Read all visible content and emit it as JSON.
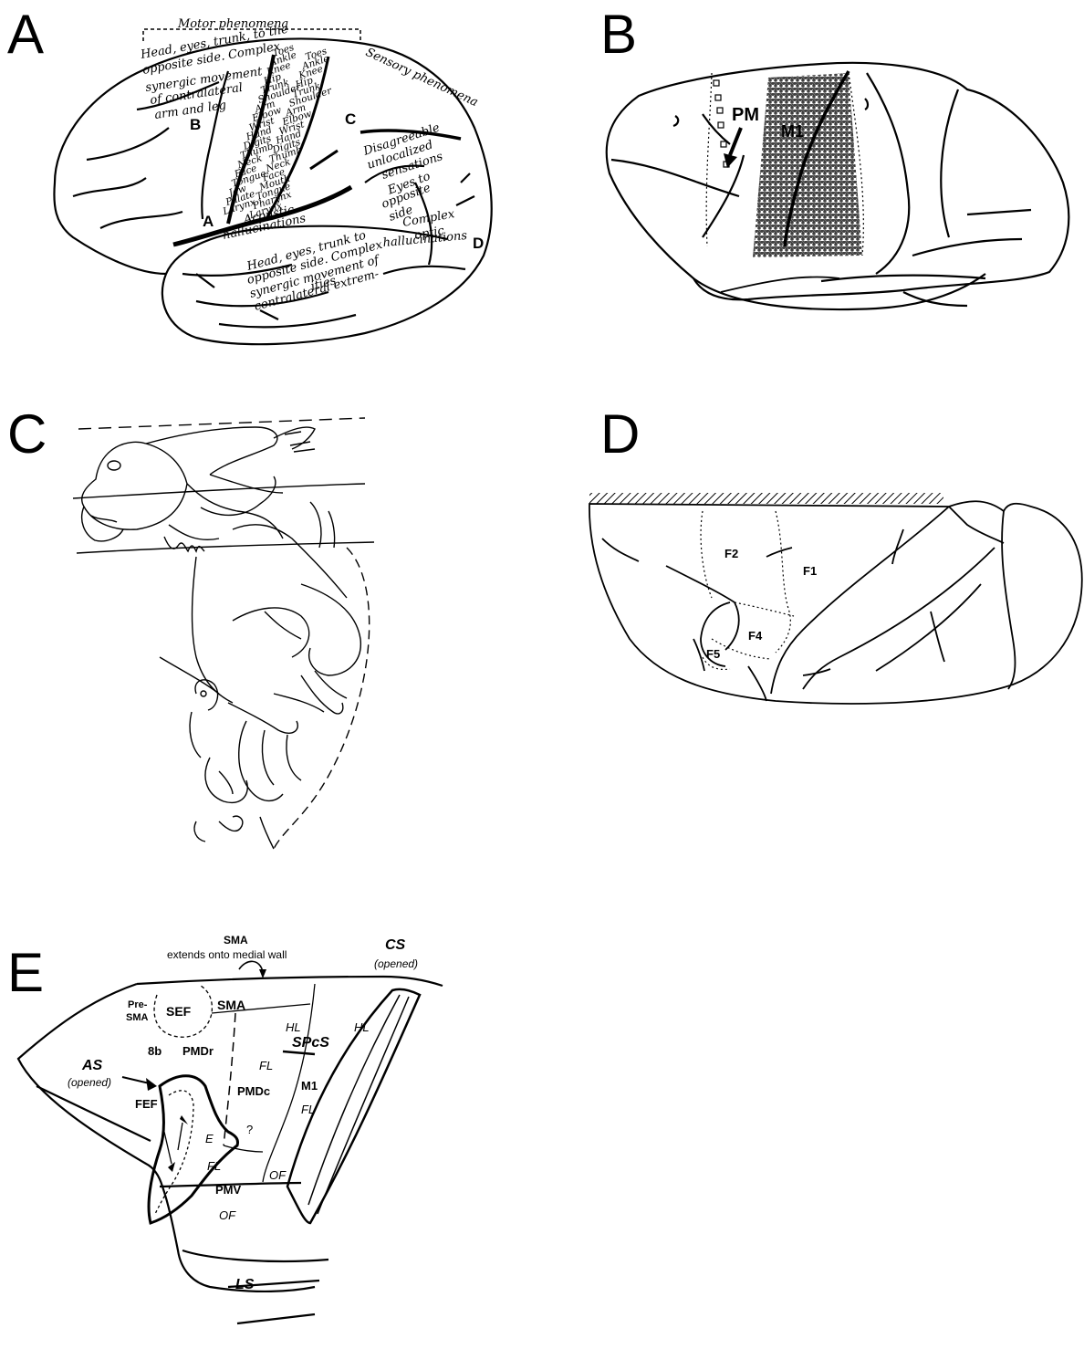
{
  "panels": {
    "A": {
      "letter": "A",
      "labels": {
        "motor": "Motor phenomena",
        "sensory": "Sensory phenomena",
        "head1": "Head, eyes, trunk, to the",
        "head2": "opposite side. Complex",
        "head3": "synergic movement",
        "head4": "of contralateral",
        "head5": "arm and leg",
        "marker_b": "B",
        "marker_c": "C",
        "marker_a": "A",
        "marker_d": "D",
        "dis1": "Disagreeable",
        "dis2": "unlocalized",
        "dis3": "sensations",
        "eyes1": "Eyes to",
        "eyes2": "opposite",
        "eyes3": "side",
        "ac1": "Acoustic",
        "ac2": "hallucinations",
        "opt1": "Complex",
        "opt2": "optic",
        "opt3": "hallucinations",
        "t1": "Head, eyes, trunk to",
        "t2": "opposite side. Complex",
        "t3": "synergic movement of",
        "t4": "contralateral extrem-",
        "t5": "ities",
        "strip1": [
          "Toes",
          "Ankle",
          "Knee",
          "Hip",
          "Trunk",
          "Shoulder",
          "Arm",
          "Elbow",
          "Wrist",
          "Hand",
          "Digits",
          "Thumb",
          "Neck",
          "Face",
          "Tongue",
          "Jaw",
          "Palate",
          "Larynx"
        ],
        "strip2": [
          "Toes",
          "Ankle",
          "Knee",
          "Hip",
          "Trunk",
          "Shoulder",
          "Arm",
          "Elbow",
          "Wrist",
          "Hand",
          "Digits",
          "Thumb",
          "Neck",
          "Face",
          "Mouth",
          "Tongue",
          "Pharynx",
          "Larynx"
        ]
      }
    },
    "B": {
      "letter": "B",
      "labels": {
        "pm": "PM",
        "m1": "M1"
      }
    },
    "C": {
      "letter": "C"
    },
    "D": {
      "letter": "D",
      "labels": {
        "f1": "F1",
        "f2": "F2",
        "f4": "F4",
        "f5": "F5"
      }
    },
    "E": {
      "letter": "E",
      "labels": {
        "sma_top": "SMA",
        "sma_note": "extends onto medial wall",
        "cs": "CS",
        "cs_note": "(opened)",
        "pre1": "Pre-",
        "pre2": "SMA",
        "sef": "SEF",
        "sma": "SMA",
        "hl1": "HL",
        "hl2": "HL",
        "spcs": "SPcS",
        "b8": "8b",
        "pmdr": "PMDr",
        "as": "AS",
        "as_note": "(opened)",
        "fl1": "FL",
        "pmdc": "PMDc",
        "m1": "M1",
        "fl2": "FL",
        "fef": "FEF",
        "q": "?",
        "e": "E",
        "fl3": "FL",
        "of1": "OF",
        "pmv": "PMV",
        "of2": "OF",
        "ls": "LS"
      }
    }
  }
}
